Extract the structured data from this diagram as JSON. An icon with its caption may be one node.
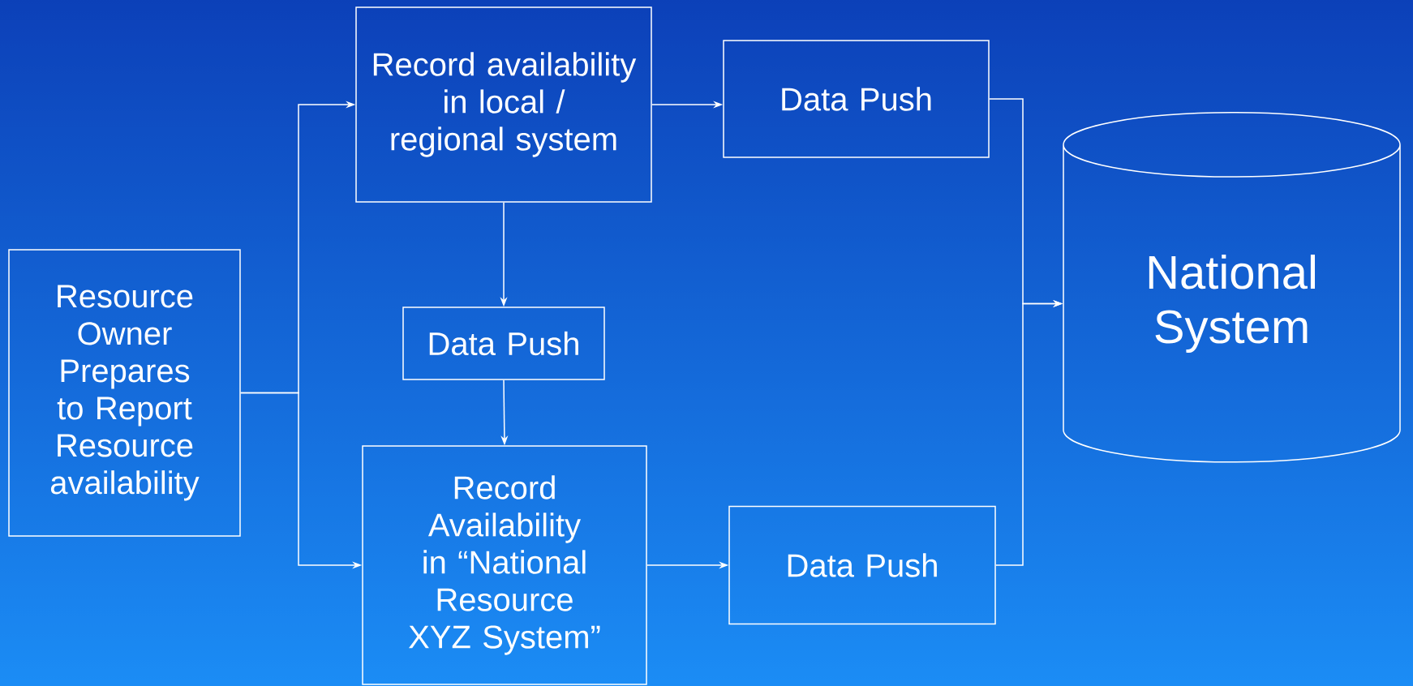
{
  "diagram": {
    "nodes": [
      {
        "text": [
          "Resource Owner Prepares to Report Resource availability"
        ]
      },
      {
        "text": [
          "Record availability in local / regional system"
        ]
      },
      {
        "text": [
          "Data Push"
        ]
      },
      {
        "text": [
          "Data Push"
        ]
      },
      {
        "text": [
          "Record Availability in “National Resource XYZ System”"
        ]
      },
      {
        "text": [
          "Data Push"
        ]
      },
      {
        "text": [
          "National System"
        ]
      }
    ],
    "edges": [
      {
        "from": 0,
        "to": 1,
        "arrow": "to"
      },
      {
        "from": 0,
        "to": 4,
        "arrow": "to"
      },
      {
        "from": 1,
        "to": 2,
        "arrow": "to"
      },
      {
        "from": 1,
        "to": 3,
        "arrow": "to"
      },
      {
        "from": 3,
        "to": 4,
        "arrow": "to"
      },
      {
        "from": 4,
        "to": 5,
        "arrow": "to"
      },
      {
        "from": 2,
        "to": 6,
        "arrow": "to"
      },
      {
        "from": 5,
        "to": 6,
        "arrow": "to"
      }
    ]
  }
}
